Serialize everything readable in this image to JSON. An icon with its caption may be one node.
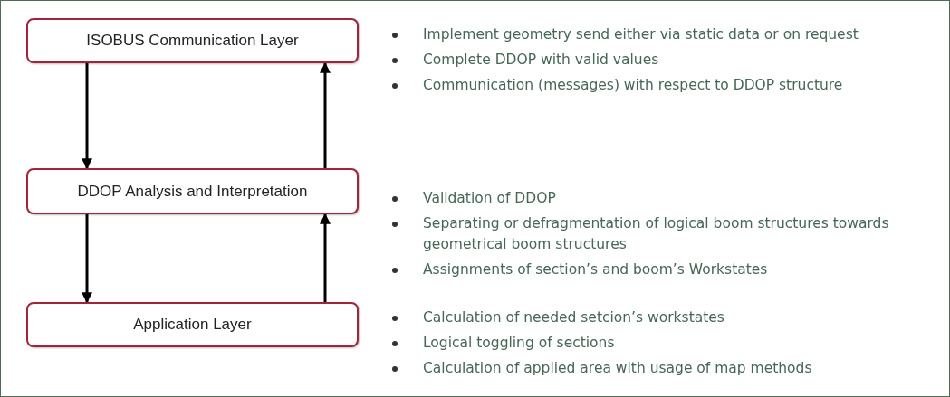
{
  "diagram": {
    "nodes": [
      {
        "text": [
          "ISOBUS Communication Layer"
        ],
        "beside": [
          "Implement geometry send either via static data or on request",
          "Complete DDOP with valid values",
          "Communication (messages) with respect to DDOP structure"
        ]
      },
      {
        "text": [
          "DDOP Analysis and Interpretation"
        ],
        "beside": [
          "Validation of DDOP",
          "Separating or defragmentation of logical boom structures towards geometrical boom structures",
          "Assignments of section’s and boom’s Workstates"
        ]
      },
      {
        "text": [
          "Application Layer"
        ],
        "beside": [
          "Calculation of needed setcion’s workstates",
          "Logical toggling of sections",
          "Calculation of applied area with usage of map methods"
        ]
      }
    ],
    "edges": [
      {
        "from": 0,
        "to": 1,
        "arrow": "to"
      },
      {
        "from": 1,
        "to": 0,
        "arrow": "to"
      },
      {
        "from": 1,
        "to": 2,
        "arrow": "to"
      },
      {
        "from": 2,
        "to": 1,
        "arrow": "to"
      }
    ]
  }
}
